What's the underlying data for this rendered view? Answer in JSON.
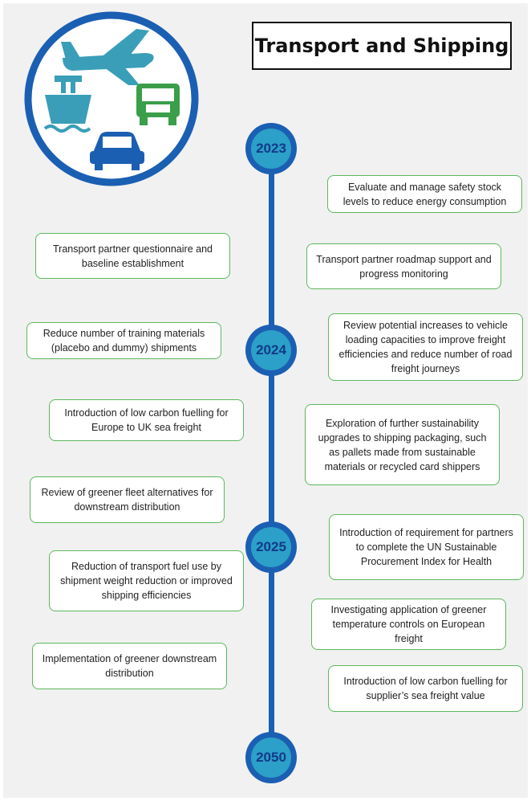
{
  "title": "Transport and Shipping",
  "logo_icons": [
    "airplane-icon",
    "ship-icon",
    "truck-icon",
    "car-icon"
  ],
  "colors": {
    "timeline": "#1b5fb3",
    "node_inner": "#2ca0c8",
    "card_border": "#5cb85c",
    "icon_green": "#3a9e4a",
    "icon_teal": "#3a9eb8",
    "icon_blue": "#1b5fb3"
  },
  "years": [
    "2023",
    "2024",
    "2025",
    "2050"
  ],
  "left_cards": [
    "Transport partner questionnaire and baseline establishment",
    "Reduce number of training materials (placebo and dummy) shipments",
    "Introduction of low carbon fuelling for Europe to UK sea freight",
    "Review of greener fleet alternatives for downstream distribution",
    "Reduction of transport fuel use by shipment weight reduction or improved shipping efficiencies",
    "Implementation of greener downstream distribution"
  ],
  "right_cards": [
    "Evaluate and manage safety stock levels to reduce energy consumption",
    "Transport partner roadmap support and progress monitoring",
    "Review potential increases to vehicle loading capacities to improve freight efficiencies and reduce number of road freight journeys",
    "Exploration of further sustainability upgrades to shipping packaging, such as pallets made from sustainable materials or recycled card shippers",
    "Introduction of requirement for partners to complete the UN Sustainable Procurement Index for Health",
    "Investigating application of greener temperature controls on European freight",
    "Introduction of low carbon fuelling for supplier’s sea freight value"
  ]
}
